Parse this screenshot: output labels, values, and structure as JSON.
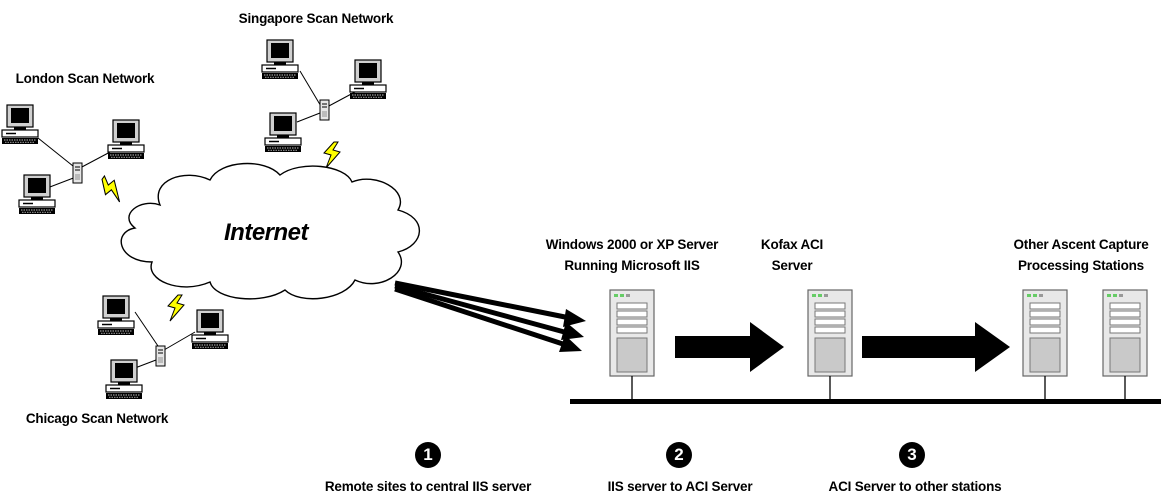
{
  "networks": {
    "singapore": "Singapore Scan Network",
    "london": "London Scan Network",
    "chicago": "Chicago Scan Network"
  },
  "cloud_label": "Internet",
  "servers": {
    "iis": {
      "line1": "Windows 2000 or XP Server",
      "line2": "Running Microsoft IIS"
    },
    "aci": {
      "line1": "Kofax ACI",
      "line2": "Server"
    },
    "other": {
      "line1": "Other Ascent Capture",
      "line2": "Processing Stations"
    }
  },
  "steps": [
    {
      "number": "1",
      "caption": "Remote sites to central IIS server"
    },
    {
      "number": "2",
      "caption": "IIS server to ACI Server"
    },
    {
      "number": "3",
      "caption": "ACI Server to other stations"
    }
  ],
  "colors": {
    "bolt": "#FFFF00",
    "server_body": "#E8E8E8",
    "ink": "#000000"
  }
}
